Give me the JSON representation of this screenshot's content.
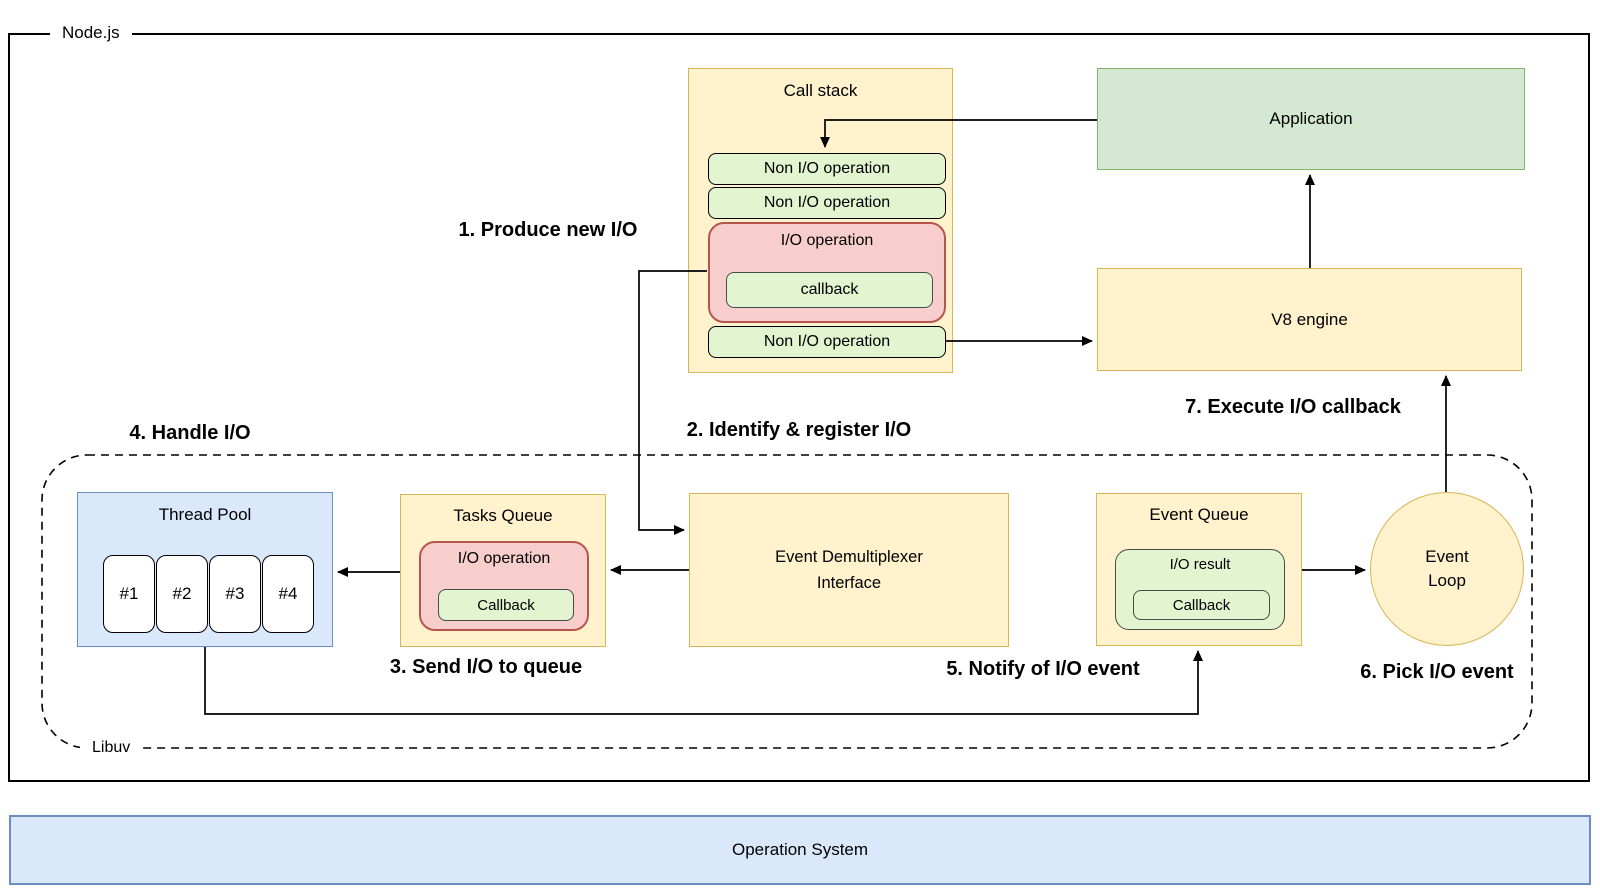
{
  "labels": {
    "nodejs": "Node.js",
    "libuv": "Libuv"
  },
  "call_stack": {
    "title": "Call stack",
    "non_io_top": "Non I/O operation",
    "non_io_mid": "Non I/O operation",
    "io_operation": "I/O operation",
    "io_callback": "callback",
    "non_io_bottom": "Non I/O operation"
  },
  "application": {
    "label": "Application"
  },
  "v8_engine": {
    "label": "V8 engine"
  },
  "thread_pool": {
    "title": "Thread Pool",
    "threads": [
      "#1",
      "#2",
      "#3",
      "#4"
    ]
  },
  "tasks_queue": {
    "title": "Tasks Queue",
    "io_operation": "I/O operation",
    "callback": "Callback"
  },
  "event_demultiplexer": {
    "line1": "Event Demultiplexer",
    "line2": "Interface"
  },
  "event_queue": {
    "title": "Event Queue",
    "io_result": "I/O result",
    "callback": "Callback"
  },
  "event_loop": {
    "line1": "Event",
    "line2": "Loop"
  },
  "operation_system": {
    "label": "Operation System"
  },
  "steps": [
    {
      "label": "1. Produce new I/O"
    },
    {
      "label": "2. Identify & register I/O"
    },
    {
      "label": "3. Send I/O to queue"
    },
    {
      "label": "4. Handle I/O"
    },
    {
      "label": "5. Notify of I/O event"
    },
    {
      "label": "6. Pick I/O event"
    },
    {
      "label": "7. Execute I/O callback"
    }
  ],
  "colors": {
    "yellow-fill": "#FFF2CC",
    "yellow-stroke": "#D6B656",
    "green-fill": "#D5E8D4",
    "green-stroke": "#82B366",
    "light-green-fill": "#E2F4D0",
    "pink-fill": "#F8CECC",
    "pink-stroke": "#B85450",
    "blue-fill": "#DAE8FC",
    "blue-stroke": "#6C8EBF",
    "line-color": "#000000"
  }
}
